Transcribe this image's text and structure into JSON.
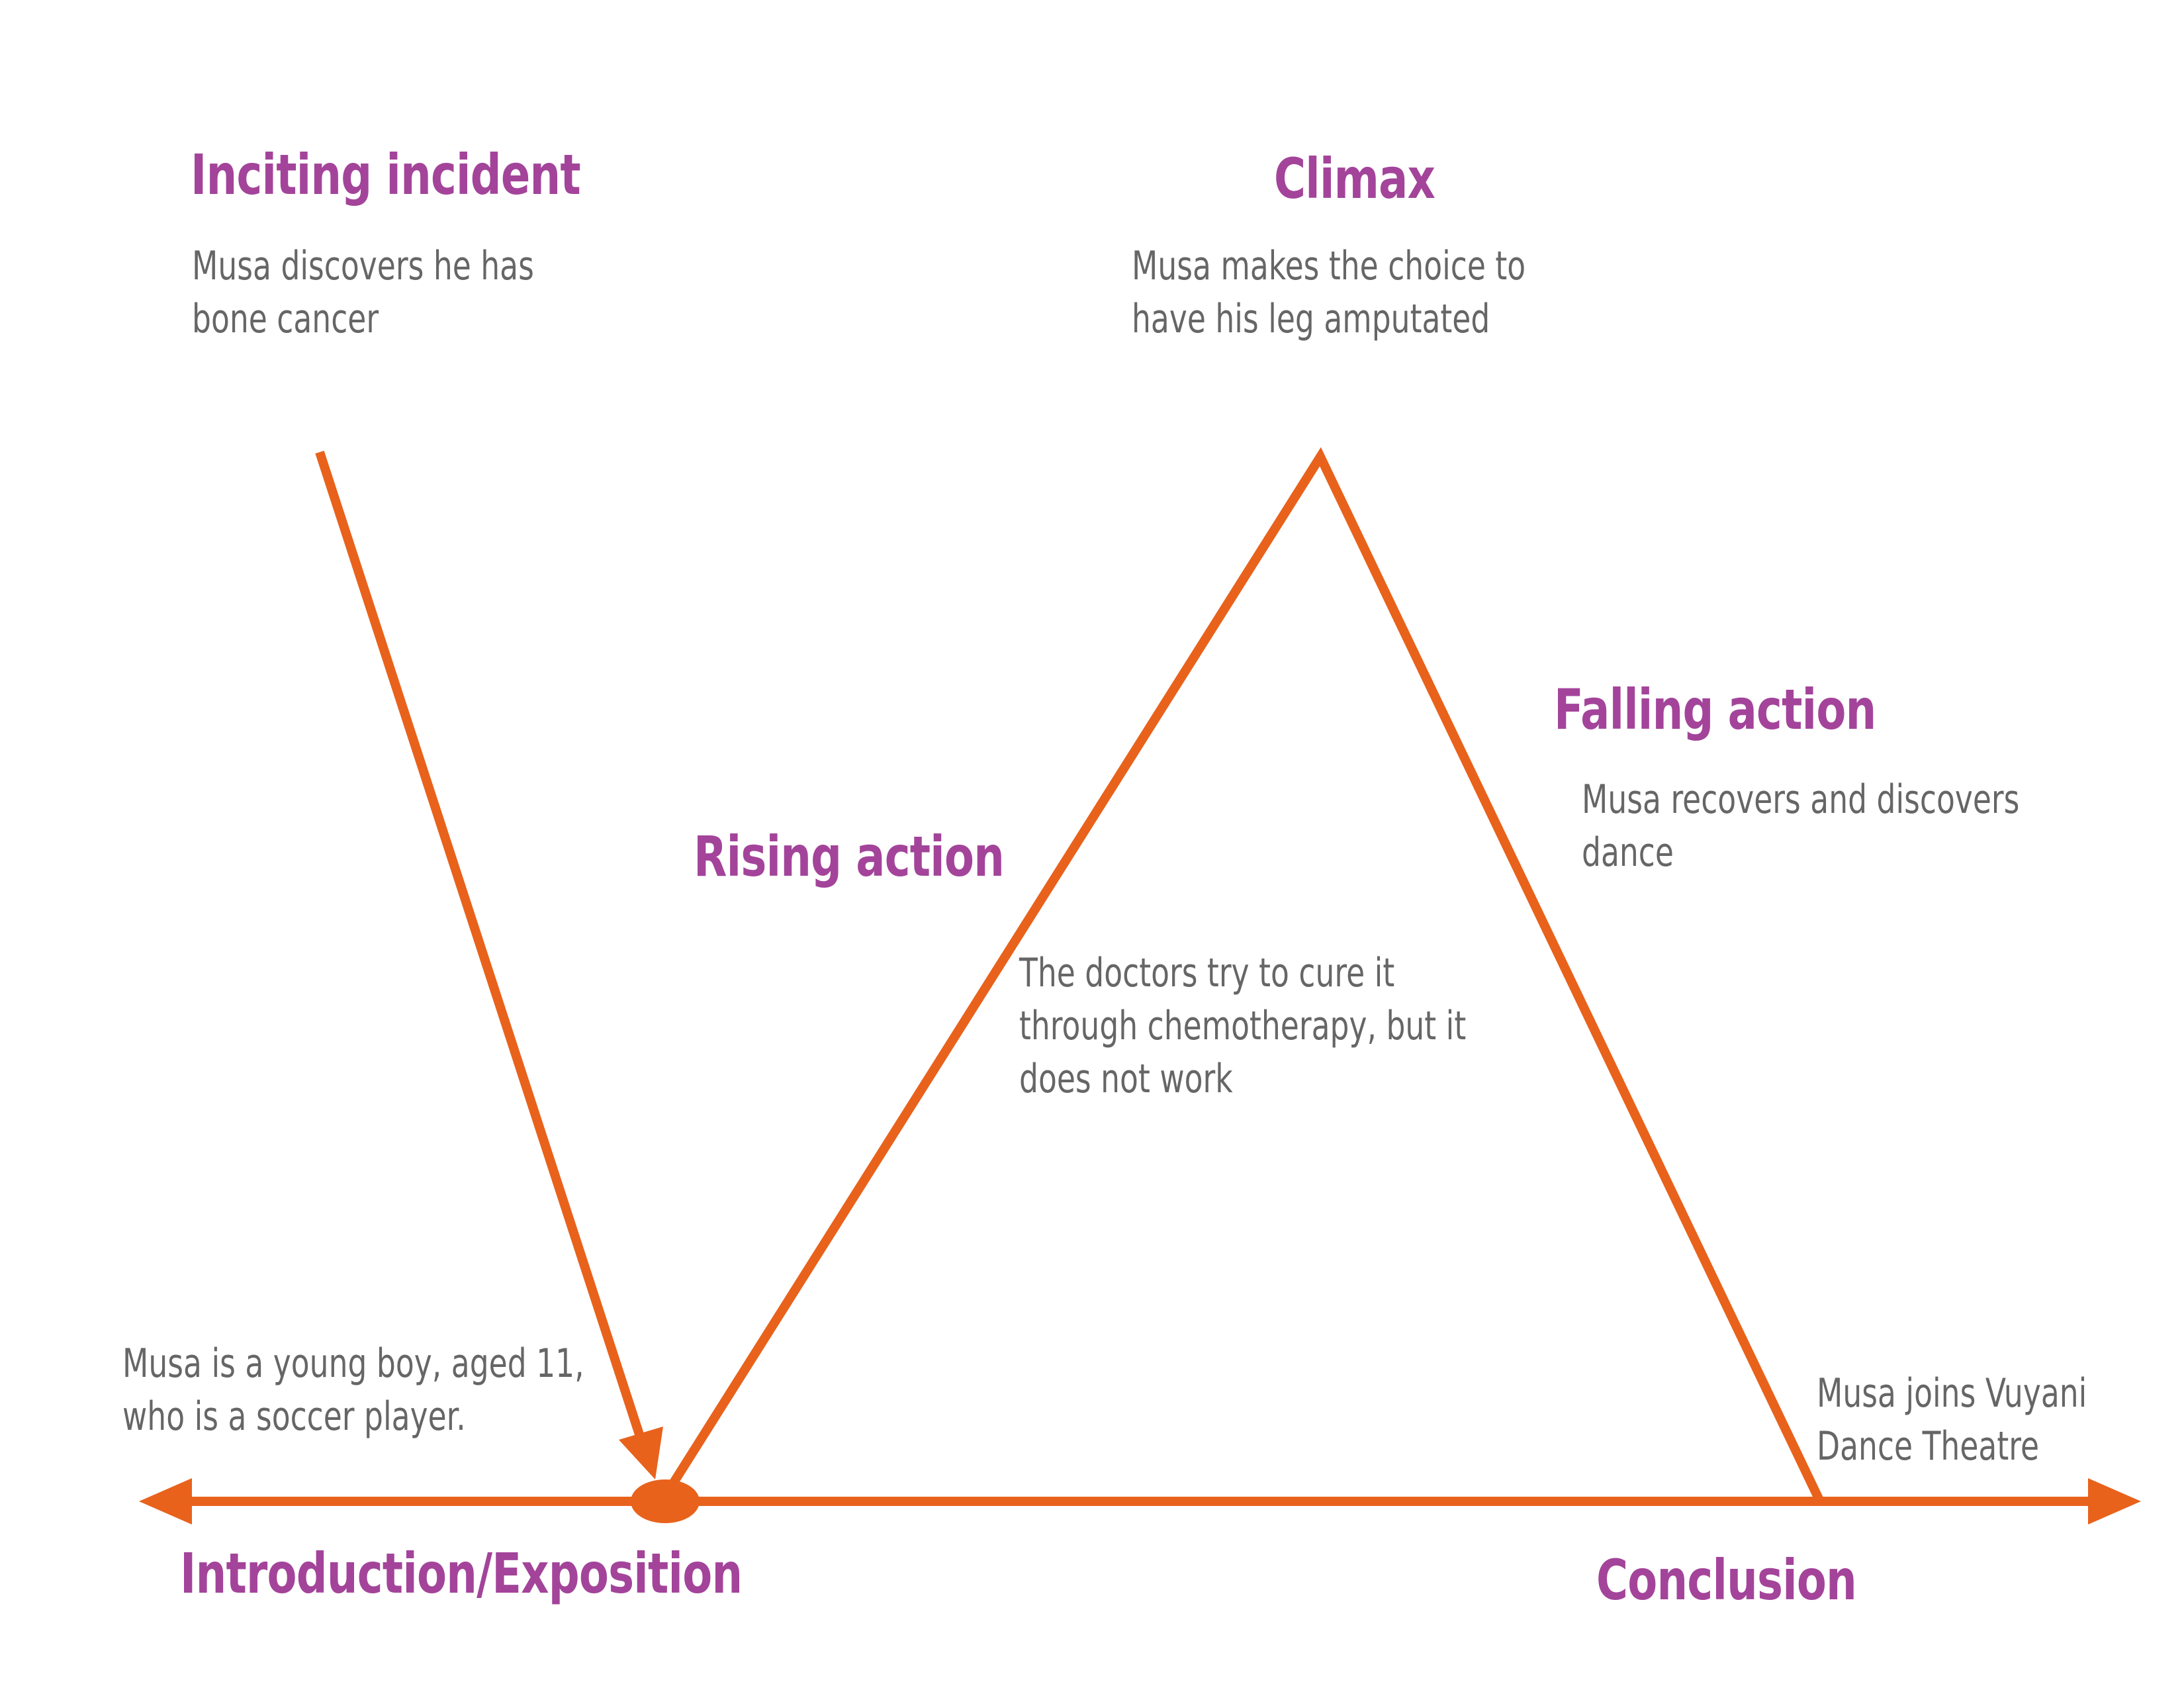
{
  "colors": {
    "line": "#E8621C",
    "heading": "#A3449A",
    "description": "#666666",
    "background": "#FFFFFF"
  },
  "stages": {
    "inciting": {
      "heading": "Inciting incident",
      "lines": [
        "Musa discovers he has",
        "bone cancer"
      ]
    },
    "climax": {
      "heading": "Climax",
      "lines": [
        "Musa makes the choice to",
        "have his leg amputated"
      ]
    },
    "falling": {
      "heading": "Falling action",
      "lines": [
        "Musa recovers and discovers",
        "dance"
      ]
    },
    "rising": {
      "heading": "Rising action",
      "lines": [
        "The doctors try to cure it",
        "through chemotherapy, but it",
        "does not work"
      ]
    },
    "exposition": {
      "heading": "Introduction/Exposition",
      "lines": [
        "Musa is a young boy, aged 11,",
        "who is a soccer player."
      ]
    },
    "conclusion": {
      "heading": "Conclusion",
      "lines": [
        "Musa joins Vuyani",
        "Dance Theatre"
      ]
    }
  }
}
